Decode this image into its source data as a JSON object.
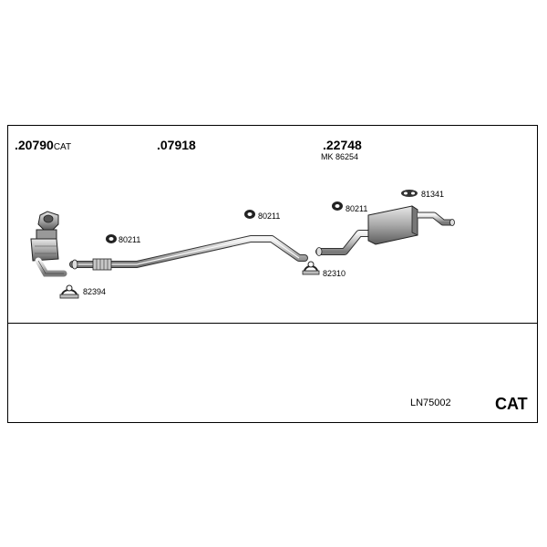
{
  "parts": {
    "cat_converter": {
      "number": ".20790",
      "suffix": "CAT"
    },
    "middle_pipe": {
      "number": ".07918"
    },
    "rear_silencer": {
      "number": ".22748",
      "mounting_kit": "MK 86254"
    }
  },
  "fittings": {
    "clamp_front": "82394",
    "hanger_front": "80211",
    "hanger_middle": "80211",
    "hanger_rear": "80211",
    "clamp_rear": "82310",
    "rubber_rear": "81341"
  },
  "footer": {
    "set_code": "LN75002",
    "type_label": "CAT"
  }
}
